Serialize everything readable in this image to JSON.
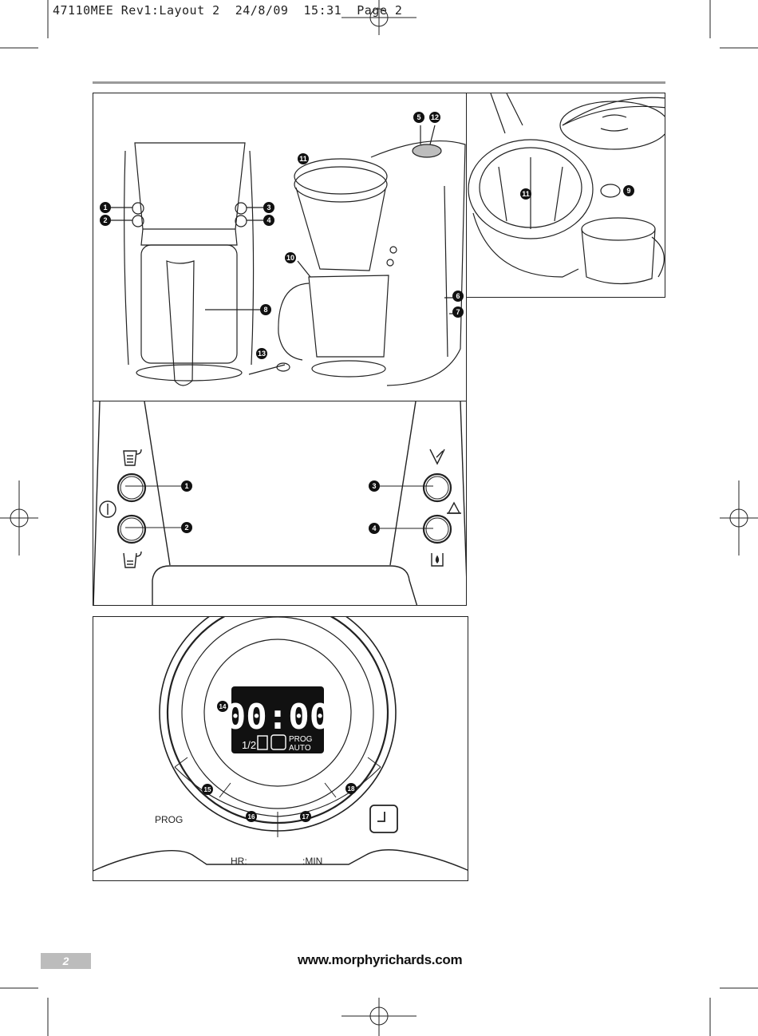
{
  "header": {
    "slug": "47110MEE Rev1:Layout 2  24/8/09  15:31  Page 2"
  },
  "figure_overview": {
    "callouts": [
      "1",
      "2",
      "3",
      "4",
      "5",
      "6",
      "7",
      "8",
      "10",
      "11",
      "12",
      "13"
    ]
  },
  "figure_filter": {
    "callouts": [
      "11",
      "9"
    ]
  },
  "figure_controls": {
    "callouts": [
      "1",
      "2",
      "3",
      "4"
    ],
    "icons": [
      "full-jug-icon",
      "power-icon",
      "half-jug-icon",
      "aroma-icon",
      "warning-icon",
      "water-level-icon"
    ]
  },
  "figure_timer": {
    "display": {
      "digits": "00:00",
      "half": "1/2",
      "prog": "PROG",
      "auto": "AUTO"
    },
    "labels": {
      "prog": "PROG",
      "hr": "HR:",
      "min": ":MIN"
    },
    "callouts": [
      "14",
      "15",
      "16",
      "17",
      "18"
    ]
  },
  "footer": {
    "page_number": "2",
    "website": "www.morphyrichards.com"
  }
}
